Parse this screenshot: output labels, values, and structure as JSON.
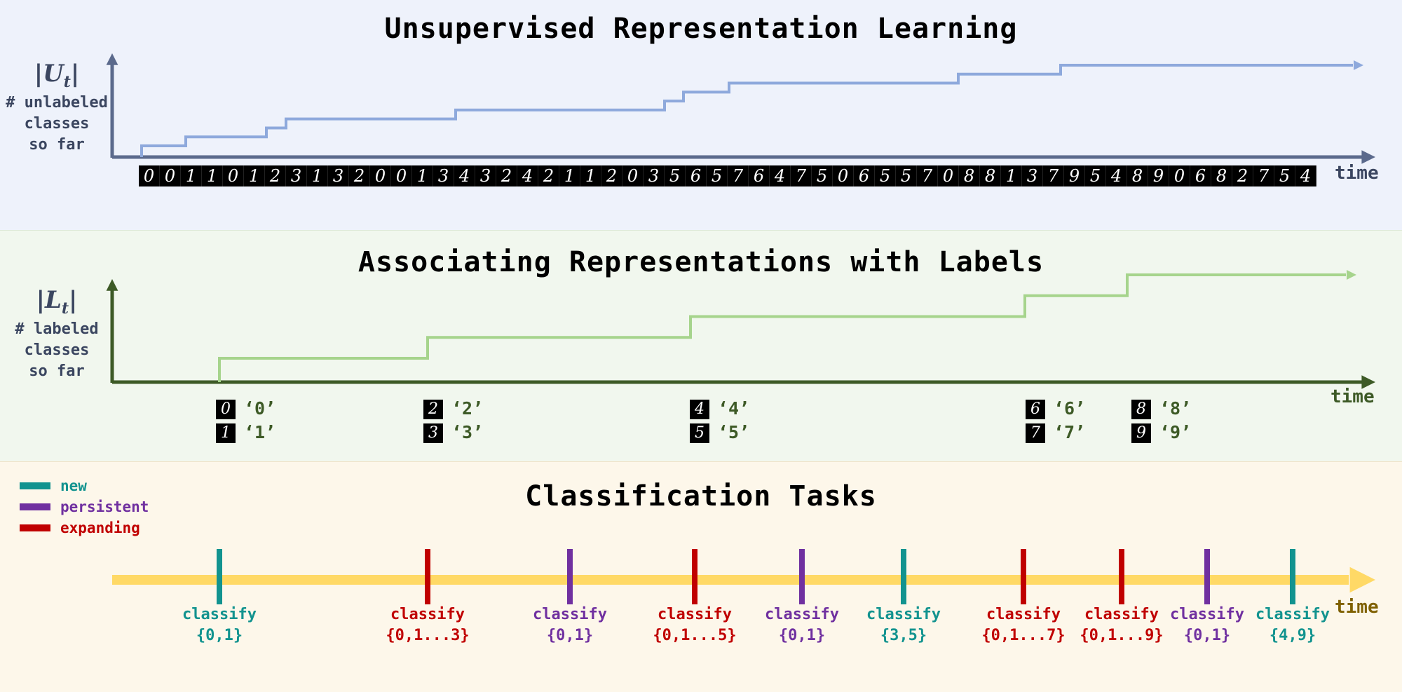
{
  "panel1": {
    "title": "Unsupervised Representation Learning",
    "y_symbol": "|U",
    "y_sub": "t",
    "y_symbol_end": "|",
    "y_label_lines": [
      "# unlabeled",
      "classes",
      "so far"
    ],
    "x_label": "time",
    "digit_stream": [
      "0",
      "0",
      "1",
      "1",
      "0",
      "1",
      "2",
      "3",
      "1",
      "3",
      "2",
      "0",
      "0",
      "1",
      "3",
      "4",
      "3",
      "2",
      "4",
      "2",
      "1",
      "1",
      "2",
      "0",
      "3",
      "5",
      "6",
      "5",
      "7",
      "6",
      "4",
      "7",
      "5",
      "0",
      "6",
      "5",
      "5",
      "7",
      "0",
      "8",
      "8",
      "1",
      "3",
      "7",
      "9",
      "5",
      "4",
      "8",
      "9",
      "0",
      "6",
      "8",
      "2",
      "7",
      "5",
      "4"
    ],
    "step_values": [
      1,
      2,
      3,
      4,
      5,
      6,
      7,
      8,
      9,
      10
    ],
    "colors": {
      "line": "#8ea9dc",
      "axis": "#5b6a8c"
    }
  },
  "panel2": {
    "title": "Associating Representations with Labels",
    "y_symbol": "|L",
    "y_sub": "t",
    "y_symbol_end": "|",
    "y_label_lines": [
      "# labeled",
      "classes",
      "so far"
    ],
    "x_label": "time",
    "label_events": [
      {
        "digits": [
          "0",
          "1"
        ],
        "labels": [
          "‘0’",
          "‘1’"
        ]
      },
      {
        "digits": [
          "2",
          "3"
        ],
        "labels": [
          "‘2’",
          "‘3’"
        ]
      },
      {
        "digits": [
          "4",
          "5"
        ],
        "labels": [
          "‘4’",
          "‘5’"
        ]
      },
      {
        "digits": [
          "6",
          "7"
        ],
        "labels": [
          "‘6’",
          "‘7’"
        ]
      },
      {
        "digits": [
          "8",
          "9"
        ],
        "labels": [
          "‘8’",
          "‘9’"
        ]
      }
    ],
    "step_values": [
      2,
      4,
      6,
      8,
      10
    ],
    "colors": {
      "line": "#a6d48c",
      "axis": "#3d5a26"
    }
  },
  "panel3": {
    "title": "Classification Tasks",
    "x_label": "time",
    "legend": [
      {
        "label": "new",
        "color": "#12938f"
      },
      {
        "label": "persistent",
        "color": "#7030a0"
      },
      {
        "label": "expanding",
        "color": "#c00000"
      }
    ],
    "tasks": [
      {
        "kind": "new",
        "line1": "classify",
        "line2": "{0,1}"
      },
      {
        "kind": "expanding",
        "line1": "classify",
        "line2": "{0,1...3}"
      },
      {
        "kind": "persistent",
        "line1": "classify",
        "line2": "{0,1}"
      },
      {
        "kind": "expanding",
        "line1": "classify",
        "line2": "{0,1...5}"
      },
      {
        "kind": "persistent",
        "line1": "classify",
        "line2": "{0,1}"
      },
      {
        "kind": "new",
        "line1": "classify",
        "line2": "{3,5}"
      },
      {
        "kind": "expanding",
        "line1": "classify",
        "line2": "{0,1...7}"
      },
      {
        "kind": "expanding",
        "line1": "classify",
        "line2": "{0,1...9}"
      },
      {
        "kind": "persistent",
        "line1": "classify",
        "line2": "{0,1}"
      },
      {
        "kind": "new",
        "line1": "classify",
        "line2": "{4,9}"
      }
    ],
    "colors": {
      "timeline": "#ffd966",
      "time_label": "#7f6000"
    }
  }
}
